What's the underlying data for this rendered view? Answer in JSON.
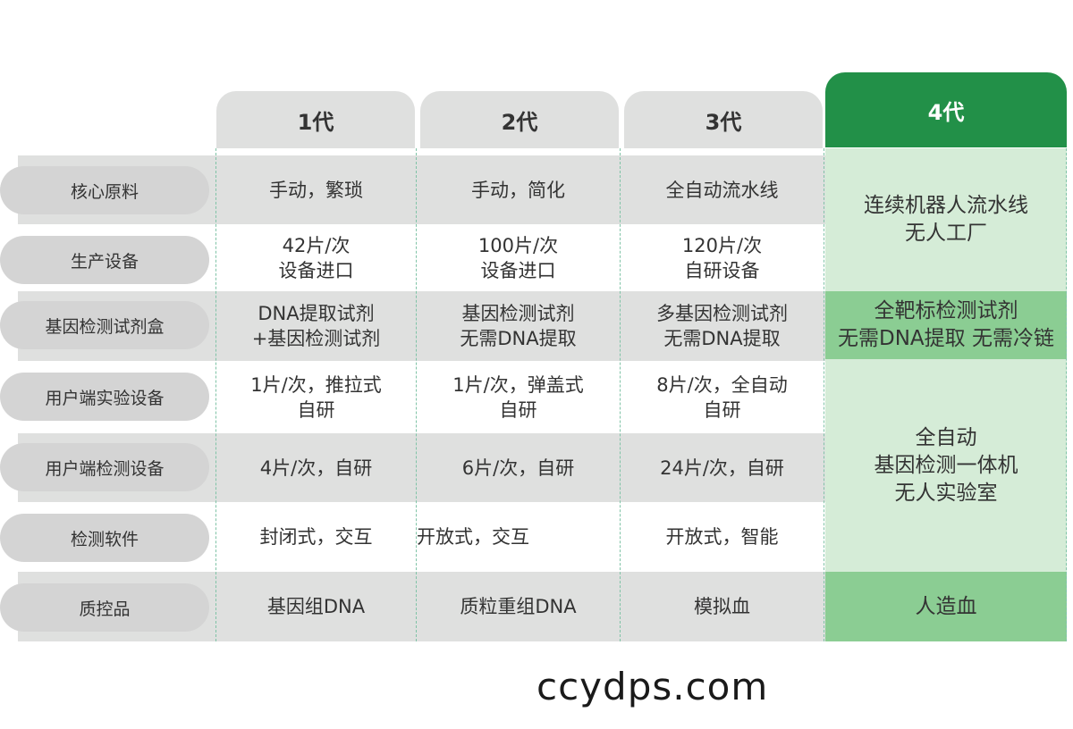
{
  "generations": [
    "1代",
    "2代",
    "3代",
    "4代"
  ],
  "categories": [
    "核心原料",
    "生产设备",
    "基因检测试剂盒",
    "用户端实验设备",
    "用户端检测设备",
    "检测软件",
    "质控品"
  ],
  "rows": [
    {
      "c1": [
        "手动，繁琐"
      ],
      "c2": [
        "手动，简化"
      ],
      "c3": [
        "全自动流水线"
      ]
    },
    {
      "c1": [
        "42片/次",
        "设备进口"
      ],
      "c2": [
        "100片/次",
        "设备进口"
      ],
      "c3": [
        "120片/次",
        "自研设备"
      ]
    },
    {
      "c1": [
        "DNA提取试剂",
        "+基因检测试剂"
      ],
      "c2": [
        "基因检测试剂",
        "无需DNA提取"
      ],
      "c3": [
        "多基因检测试剂",
        "无需DNA提取"
      ]
    },
    {
      "c1": [
        "1片/次，推拉式",
        "自研"
      ],
      "c2": [
        "1片/次，弹盖式",
        "自研"
      ],
      "c3": [
        "8片/次，全自动",
        "自研"
      ]
    },
    {
      "c1": [
        "4片/次，自研"
      ],
      "c2": [
        "6片/次，自研"
      ],
      "c3": [
        "24片/次，自研"
      ]
    },
    {
      "c1": [
        "封闭式，交互"
      ],
      "c2": [
        "开放式，交互"
      ],
      "c3": [
        "开放式，智能"
      ]
    },
    {
      "c1": [
        "基因组DNA"
      ],
      "c2": [
        "质粒重组DNA"
      ],
      "c3": [
        "模拟血"
      ]
    }
  ],
  "gen4": {
    "block1": [
      "连续机器人流水线",
      "无人工厂"
    ],
    "block2": [
      "全靶标检测试剂",
      "无需DNA提取 无需冷链"
    ],
    "block3": [
      "全自动",
      "基因检测一体机",
      "无人实验室"
    ],
    "block4": [
      "人造血"
    ]
  },
  "watermark": "ccydps.com",
  "colors": {
    "gray_band": "#dfe0df",
    "pill": "#d4d4d4",
    "gen4_header": "#229048",
    "gen4_light": "#d5ecd7",
    "gen4_mid": "#8bcd93",
    "divider": "#7fc3a6"
  }
}
